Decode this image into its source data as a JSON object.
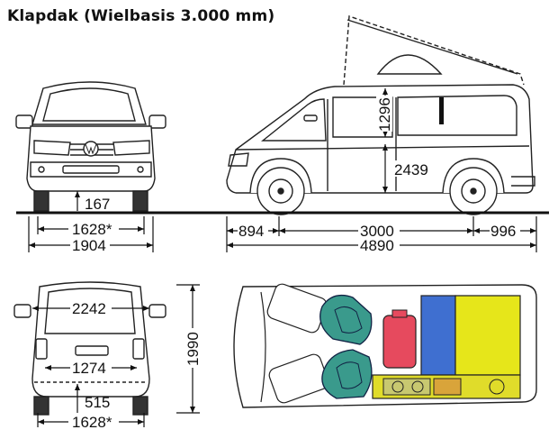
{
  "title": "Klapdak (Wielbasis 3.000 mm)",
  "dimensions": {
    "front_ground_clearance": "167",
    "front_track": "1628*",
    "front_width": "1904",
    "roof_height": "1296",
    "interior_height": "2439",
    "front_overhang": "894",
    "wheelbase": "3000",
    "rear_overhang": "996",
    "length": "4890",
    "rear_width_top": "2242",
    "rear_inner_width": "1274",
    "rear_sill_height": "515",
    "rear_track": "1628*",
    "height": "1990"
  },
  "colors": {
    "seat": "#3a9a8c",
    "cooler": "#e64a5e",
    "cabinet_blue": "#3f6fd0",
    "bed_yellow": "#e6e61a",
    "kitchen_yellow": "#e0dc2a",
    "sink": "#d9a43a"
  }
}
